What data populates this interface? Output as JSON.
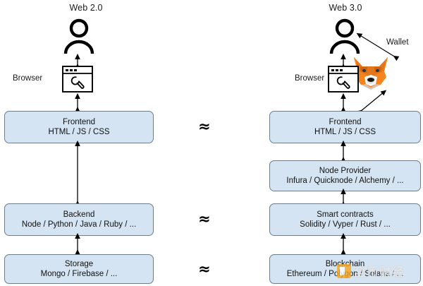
{
  "diagram": {
    "title_left": "Web 2.0",
    "title_right": "Web 3.0",
    "browser_label_left": "Browser",
    "browser_label_right": "Browser",
    "wallet_label": "Wallet",
    "equivalence_symbol": "≈",
    "colors": {
      "box_fill": "#d4e4f2",
      "box_border": "#6f7c8b",
      "stroke": "#000000",
      "fox_orange": "#e2761b",
      "fox_light": "#f5841f",
      "fox_dark": "#763d16",
      "background": "#ffffff"
    },
    "icons": {
      "user": "person-icon",
      "browser": "browser-window-icon",
      "wrench": "wrench-icon",
      "wallet": "metamask-fox-icon"
    },
    "left_stack": [
      {
        "title": "Frontend",
        "subtitle": "HTML / JS / CSS"
      },
      {
        "title": "Backend",
        "subtitle": "Node / Python / Java / Ruby / ..."
      },
      {
        "title": "Storage",
        "subtitle": "Mongo / Firebase / ..."
      }
    ],
    "right_stack": [
      {
        "title": "Frontend",
        "subtitle": "HTML / JS / CSS"
      },
      {
        "title": "Node Provider",
        "subtitle": "Infura / Quicknode / Alchemy / ..."
      },
      {
        "title": "Smart contracts",
        "subtitle": "Solidity / Vyper / Rust / ..."
      },
      {
        "title": "Blockchain",
        "subtitle": "Ethereum / Polygon / Solana / ..."
      }
    ],
    "equivalences": [
      {
        "symbol": "≈"
      },
      {
        "symbol": "≈"
      },
      {
        "symbol": "≈"
      }
    ],
    "watermark": {
      "text": "全币财经"
    }
  }
}
